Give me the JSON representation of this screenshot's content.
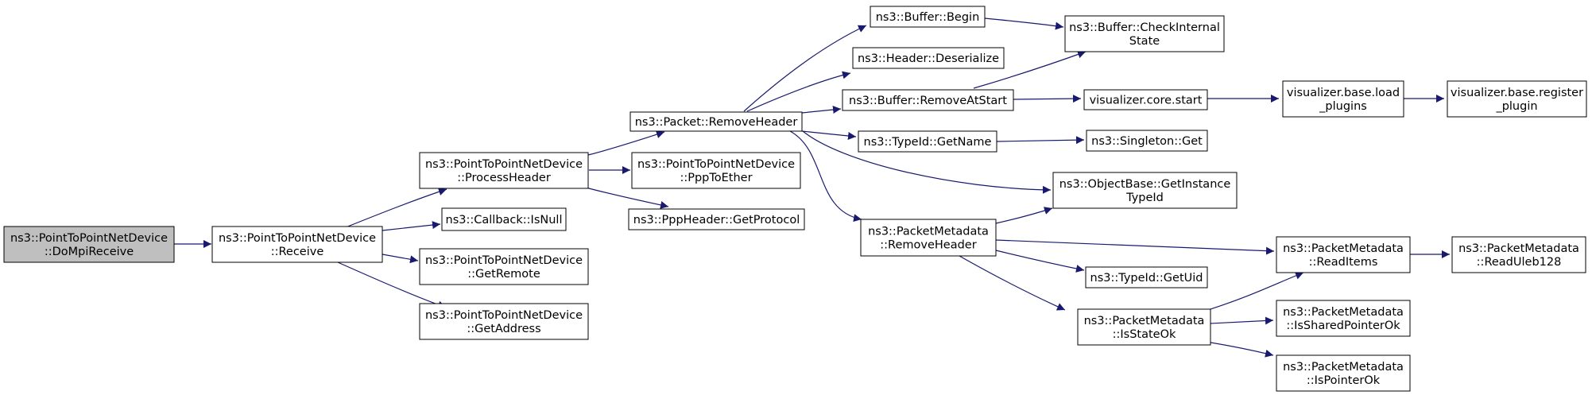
{
  "colors": {
    "edge": "#191970",
    "node_border": "#000000",
    "node_fill": "#ffffff",
    "root_fill": "#bfbfbf"
  },
  "nodes": [
    {
      "id": "n_dompi",
      "lines": [
        "ns3::PointToPointNetDevice",
        "::DoMpiReceive"
      ],
      "root": true
    },
    {
      "id": "n_receive",
      "lines": [
        "ns3::PointToPointNetDevice",
        "::Receive"
      ]
    },
    {
      "id": "n_processheader",
      "lines": [
        "ns3::PointToPointNetDevice",
        "::ProcessHeader"
      ]
    },
    {
      "id": "n_isnull",
      "lines": [
        "ns3::Callback::IsNull"
      ]
    },
    {
      "id": "n_getremote",
      "lines": [
        "ns3::PointToPointNetDevice",
        "::GetRemote"
      ]
    },
    {
      "id": "n_getaddress",
      "lines": [
        "ns3::PointToPointNetDevice",
        "::GetAddress"
      ]
    },
    {
      "id": "n_pkt_removeheader",
      "lines": [
        "ns3::Packet::RemoveHeader"
      ]
    },
    {
      "id": "n_ppptoether",
      "lines": [
        "ns3::PointToPointNetDevice",
        "::PppToEther"
      ]
    },
    {
      "id": "n_getprotocol",
      "lines": [
        "ns3::PppHeader::GetProtocol"
      ]
    },
    {
      "id": "n_buf_begin",
      "lines": [
        "ns3::Buffer::Begin"
      ]
    },
    {
      "id": "n_hdr_deser",
      "lines": [
        "ns3::Header::Deserialize"
      ]
    },
    {
      "id": "n_buf_removeatstart",
      "lines": [
        "ns3::Buffer::RemoveAtStart"
      ]
    },
    {
      "id": "n_typeid_getname",
      "lines": [
        "ns3::TypeId::GetName"
      ]
    },
    {
      "id": "n_pm_removeheader",
      "lines": [
        "ns3::PacketMetadata",
        "::RemoveHeader"
      ]
    },
    {
      "id": "n_buf_checkinternal",
      "lines": [
        "ns3::Buffer::CheckInternal",
        "State"
      ]
    },
    {
      "id": "n_viz_core_start",
      "lines": [
        "visualizer.core.start"
      ]
    },
    {
      "id": "n_singleton_get",
      "lines": [
        "ns3::Singleton::Get"
      ]
    },
    {
      "id": "n_objbase_getinst",
      "lines": [
        "ns3::ObjectBase::GetInstance",
        "TypeId"
      ]
    },
    {
      "id": "n_typeid_getuid",
      "lines": [
        "ns3::TypeId::GetUid"
      ]
    },
    {
      "id": "n_pm_isstateok",
      "lines": [
        "ns3::PacketMetadata",
        "::IsStateOk"
      ]
    },
    {
      "id": "n_viz_load_plugins",
      "lines": [
        "visualizer.base.load",
        "_plugins"
      ]
    },
    {
      "id": "n_pm_readitems",
      "lines": [
        "ns3::PacketMetadata",
        "::ReadItems"
      ]
    },
    {
      "id": "n_pm_issharedptr",
      "lines": [
        "ns3::PacketMetadata",
        "::IsSharedPointerOk"
      ]
    },
    {
      "id": "n_pm_isptr",
      "lines": [
        "ns3::PacketMetadata",
        "::IsPointerOk"
      ]
    },
    {
      "id": "n_viz_register_plugin",
      "lines": [
        "visualizer.base.register",
        "_plugin"
      ]
    },
    {
      "id": "n_pm_readuleb",
      "lines": [
        "ns3::PacketMetadata",
        "::ReadUleb128"
      ]
    }
  ],
  "edges": [
    {
      "from": "n_dompi",
      "to": "n_receive"
    },
    {
      "from": "n_receive",
      "to": "n_processheader"
    },
    {
      "from": "n_receive",
      "to": "n_isnull"
    },
    {
      "from": "n_receive",
      "to": "n_getremote"
    },
    {
      "from": "n_receive",
      "to": "n_getaddress"
    },
    {
      "from": "n_processheader",
      "to": "n_pkt_removeheader"
    },
    {
      "from": "n_processheader",
      "to": "n_ppptoether"
    },
    {
      "from": "n_processheader",
      "to": "n_getprotocol"
    },
    {
      "from": "n_pkt_removeheader",
      "to": "n_buf_begin"
    },
    {
      "from": "n_pkt_removeheader",
      "to": "n_hdr_deser"
    },
    {
      "from": "n_pkt_removeheader",
      "to": "n_buf_removeatstart"
    },
    {
      "from": "n_pkt_removeheader",
      "to": "n_typeid_getname"
    },
    {
      "from": "n_pkt_removeheader",
      "to": "n_objbase_getinst"
    },
    {
      "from": "n_pkt_removeheader",
      "to": "n_pm_removeheader"
    },
    {
      "from": "n_buf_begin",
      "to": "n_buf_checkinternal"
    },
    {
      "from": "n_buf_removeatstart",
      "to": "n_buf_checkinternal"
    },
    {
      "from": "n_buf_removeatstart",
      "to": "n_viz_core_start"
    },
    {
      "from": "n_typeid_getname",
      "to": "n_singleton_get"
    },
    {
      "from": "n_pm_removeheader",
      "to": "n_objbase_getinst"
    },
    {
      "from": "n_pm_removeheader",
      "to": "n_pm_readitems"
    },
    {
      "from": "n_pm_removeheader",
      "to": "n_typeid_getuid"
    },
    {
      "from": "n_pm_removeheader",
      "to": "n_pm_isstateok"
    },
    {
      "from": "n_viz_core_start",
      "to": "n_viz_load_plugins"
    },
    {
      "from": "n_viz_load_plugins",
      "to": "n_viz_register_plugin"
    },
    {
      "from": "n_pm_isstateok",
      "to": "n_pm_readitems"
    },
    {
      "from": "n_pm_isstateok",
      "to": "n_pm_issharedptr"
    },
    {
      "from": "n_pm_isstateok",
      "to": "n_pm_isptr"
    },
    {
      "from": "n_pm_readitems",
      "to": "n_pm_readuleb"
    }
  ]
}
